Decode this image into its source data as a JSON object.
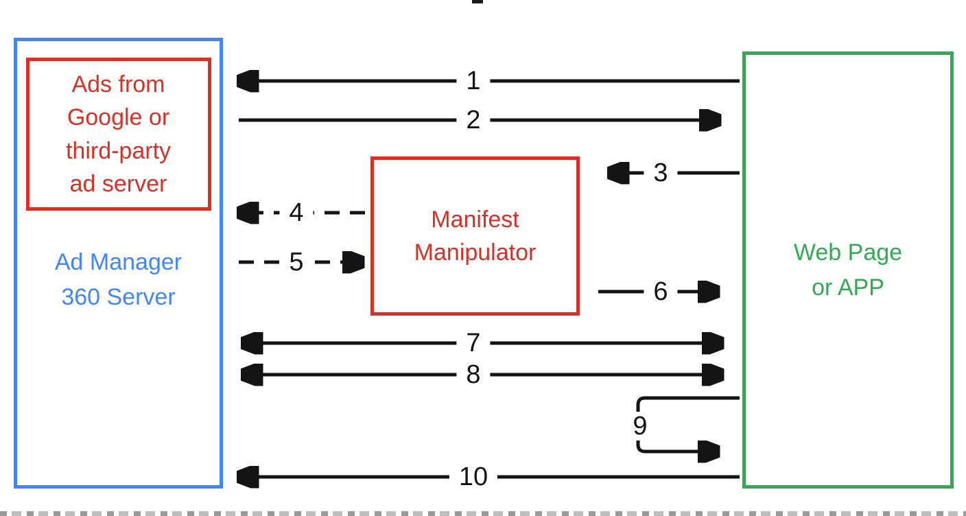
{
  "colors": {
    "blue": "#4285F4",
    "red": "#D93025",
    "green": "#34A853",
    "arrow": "#141414",
    "background": "#FFFFFF"
  },
  "boxes": {
    "ad_manager": {
      "label": "Ad Manager\n360 Server"
    },
    "ad_source": {
      "label": "Ads from\nGoogle or\nthird-party\nad server"
    },
    "manifest_manipulator": {
      "label": "Manifest\nManipulator"
    },
    "web_page": {
      "label": "Web Page\nor APP"
    }
  },
  "arrows": [
    {
      "label": "1",
      "from": "web_page",
      "to": "ad_manager",
      "line": "solid",
      "bidirectional": false,
      "self_loop": false
    },
    {
      "label": "2",
      "from": "ad_manager",
      "to": "web_page",
      "line": "solid",
      "bidirectional": false,
      "self_loop": false
    },
    {
      "label": "3",
      "from": "web_page",
      "to": "manifest_manipulator",
      "line": "solid",
      "bidirectional": false,
      "self_loop": false
    },
    {
      "label": "4",
      "from": "manifest_manipulator",
      "to": "ad_manager",
      "line": "dashed",
      "bidirectional": false,
      "self_loop": false
    },
    {
      "label": "5",
      "from": "ad_manager",
      "to": "manifest_manipulator",
      "line": "dashed",
      "bidirectional": false,
      "self_loop": false
    },
    {
      "label": "6",
      "from": "manifest_manipulator",
      "to": "web_page",
      "line": "solid",
      "bidirectional": false,
      "self_loop": false
    },
    {
      "label": "7",
      "from": "ad_manager",
      "to": "web_page",
      "line": "solid",
      "bidirectional": true,
      "self_loop": false
    },
    {
      "label": "8",
      "from": "ad_manager",
      "to": "web_page",
      "line": "solid",
      "bidirectional": true,
      "self_loop": false
    },
    {
      "label": "9",
      "from": "web_page",
      "to": "web_page",
      "line": "solid",
      "bidirectional": false,
      "self_loop": true
    },
    {
      "label": "10",
      "from": "web_page",
      "to": "ad_manager",
      "line": "solid",
      "bidirectional": false,
      "self_loop": false
    }
  ]
}
